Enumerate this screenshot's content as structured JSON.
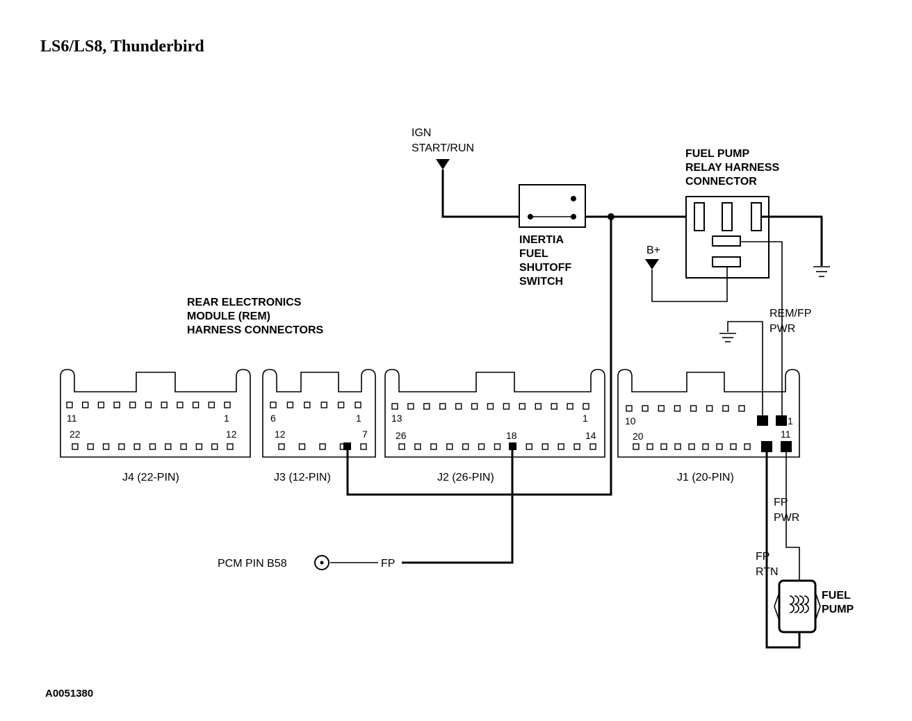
{
  "title": "LS6/LS8, Thunderbird",
  "figure_id": "A0051380",
  "ign": {
    "line1": "IGN",
    "line2": "START/RUN"
  },
  "inertia_switch": {
    "line1": "INERTIA",
    "line2": "FUEL",
    "line3": "SHUTOFF",
    "line4": "SWITCH"
  },
  "relay": {
    "line1": "FUEL PUMP",
    "line2": "RELAY HARNESS",
    "line3": "CONNECTOR"
  },
  "battery_label": "B+",
  "rem": {
    "line1": "REAR ELECTRONICS",
    "line2": "MODULE (REM)",
    "line3": "HARNESS CONNECTORS"
  },
  "connectors": {
    "j4": {
      "label": "J4 (22-PIN)",
      "top_left": "11",
      "top_right": "1",
      "bottom_left": "22",
      "bottom_right": "12"
    },
    "j3": {
      "label": "J3 (12-PIN)",
      "top_left": "6",
      "top_right": "1",
      "bottom_left": "12",
      "bottom_right": "7"
    },
    "j2": {
      "label": "J2 (26-PIN)",
      "top_left": "13",
      "top_right": "1",
      "bottom_left": "26",
      "bottom_mid": "18",
      "bottom_right": "14"
    },
    "j1": {
      "label": "J1 (20-PIN)",
      "top_left": "10",
      "top_right": "1",
      "bottom_left": "20",
      "bottom_right": "11"
    }
  },
  "wires": {
    "rem_fp_pwr_1": "REM/FP",
    "rem_fp_pwr_2": "PWR",
    "fp_pwr_1": "FP",
    "fp_pwr_2": "PWR",
    "fp_rtn_1": "FP",
    "fp_rtn_2": "RTN",
    "fp": "FP"
  },
  "pcm_pin": "PCM PIN B58",
  "fuel_pump": {
    "line1": "FUEL",
    "line2": "PUMP"
  }
}
